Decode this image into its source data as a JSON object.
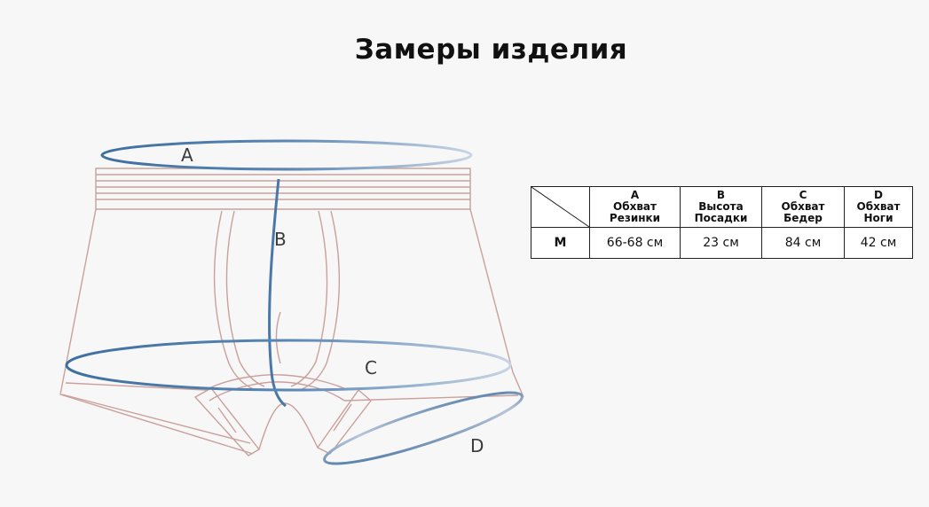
{
  "page": {
    "title": "Замеры изделия"
  },
  "diagram": {
    "labels": {
      "a": "A",
      "b": "B",
      "c": "C",
      "d": "D"
    },
    "colors": {
      "garment_outline": "#c9a09c",
      "measurement_line": "#4a77a8",
      "measurement_line_faded": "#b8c7db"
    }
  },
  "size_table": {
    "columns": [
      {
        "letter": "A",
        "line1": "Обхват",
        "line2": "Резинки"
      },
      {
        "letter": "B",
        "line1": "Высота",
        "line2": "Посадки"
      },
      {
        "letter": "C",
        "line1": "Обхват",
        "line2": "Бедер"
      },
      {
        "letter": "D",
        "line1": "Обхват",
        "line2": "Ноги"
      }
    ],
    "rows": [
      {
        "size": "M",
        "values": [
          "66-68 см",
          "23 см",
          "84 см",
          "42 см"
        ]
      }
    ]
  }
}
